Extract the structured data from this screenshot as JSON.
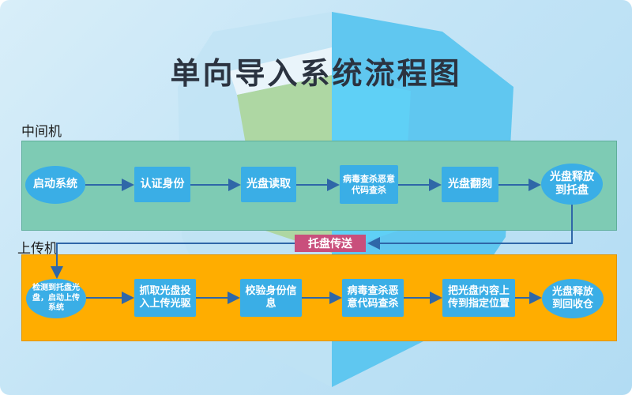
{
  "title": "单向导入系统流程图",
  "lanes": {
    "middle": "中间机",
    "upper": "上传机"
  },
  "middle_steps": [
    "启动系统",
    "认证身份",
    "光盘读取",
    "病毒查杀恶意代码查杀",
    "光盘翻刻",
    "光盘释放到托盘"
  ],
  "transfer": "托盘传送",
  "upper_steps": [
    "检测到托盘光盘，启动上传系统",
    "抓取光盘投入上传光驱",
    "校验身份信息",
    "病毒查杀恶意代码查杀",
    "把光盘内容上传到指定位置",
    "光盘释放到回收仓"
  ],
  "colors": {
    "middle_lane": "#7ecbb4",
    "upper_lane": "#ffad00",
    "node": "#3aaee6",
    "arrow": "#2f67a8",
    "transfer": "#c94f7c"
  }
}
